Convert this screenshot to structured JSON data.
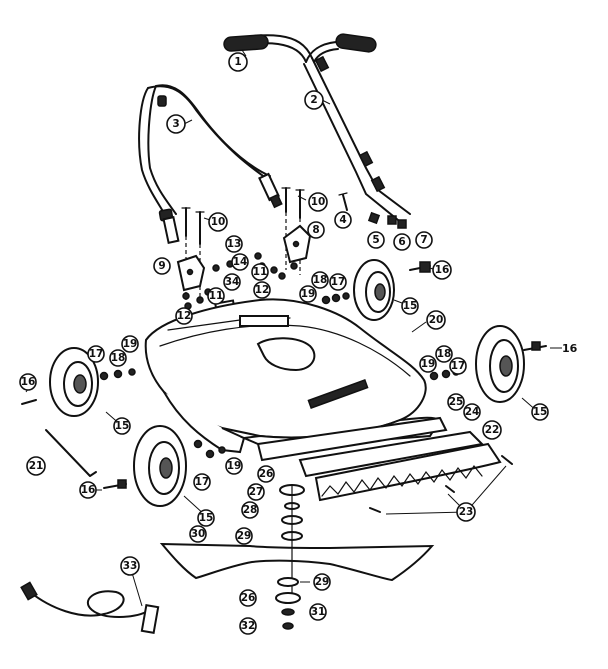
{
  "callouts": [
    {
      "id": "c1",
      "label": "1"
    },
    {
      "id": "c2",
      "label": "2"
    },
    {
      "id": "c3",
      "label": "3"
    },
    {
      "id": "c4",
      "label": "4"
    },
    {
      "id": "c5",
      "label": "5"
    },
    {
      "id": "c6",
      "label": "6"
    },
    {
      "id": "c7",
      "label": "7"
    },
    {
      "id": "c8",
      "label": "8"
    },
    {
      "id": "c9",
      "label": "9"
    },
    {
      "id": "c10a",
      "label": "10"
    },
    {
      "id": "c10b",
      "label": "10"
    },
    {
      "id": "c11a",
      "label": "11"
    },
    {
      "id": "c11b",
      "label": "11"
    },
    {
      "id": "c12a",
      "label": "12"
    },
    {
      "id": "c12b",
      "label": "12"
    },
    {
      "id": "c13",
      "label": "13"
    },
    {
      "id": "c14",
      "label": "14"
    },
    {
      "id": "c15a",
      "label": "15"
    },
    {
      "id": "c15b",
      "label": "15"
    },
    {
      "id": "c15c",
      "label": "15"
    },
    {
      "id": "c15d",
      "label": "15"
    },
    {
      "id": "c16a",
      "label": "16"
    },
    {
      "id": "c16b",
      "label": "16"
    },
    {
      "id": "c16c",
      "label": "16"
    },
    {
      "id": "c17a",
      "label": "17"
    },
    {
      "id": "c17b",
      "label": "17"
    },
    {
      "id": "c17c",
      "label": "17"
    },
    {
      "id": "c17d",
      "label": "17"
    },
    {
      "id": "c18a",
      "label": "18"
    },
    {
      "id": "c18b",
      "label": "18"
    },
    {
      "id": "c18c",
      "label": "18"
    },
    {
      "id": "c19a",
      "label": "19"
    },
    {
      "id": "c19b",
      "label": "19"
    },
    {
      "id": "c19c",
      "label": "19"
    },
    {
      "id": "c19d",
      "label": "19"
    },
    {
      "id": "c20",
      "label": "20"
    },
    {
      "id": "c21",
      "label": "21"
    },
    {
      "id": "c22",
      "label": "22"
    },
    {
      "id": "c23",
      "label": "23"
    },
    {
      "id": "c24",
      "label": "24"
    },
    {
      "id": "c25",
      "label": "25"
    },
    {
      "id": "c26a",
      "label": "26"
    },
    {
      "id": "c26b",
      "label": "26"
    },
    {
      "id": "c27",
      "label": "27"
    },
    {
      "id": "c28",
      "label": "28"
    },
    {
      "id": "c29a",
      "label": "29"
    },
    {
      "id": "c29b",
      "label": "29"
    },
    {
      "id": "c30",
      "label": "30"
    },
    {
      "id": "c31",
      "label": "31"
    },
    {
      "id": "c32",
      "label": "32"
    },
    {
      "id": "c33",
      "label": "33"
    },
    {
      "id": "c34",
      "label": "34"
    }
  ],
  "free_label_16": "16"
}
